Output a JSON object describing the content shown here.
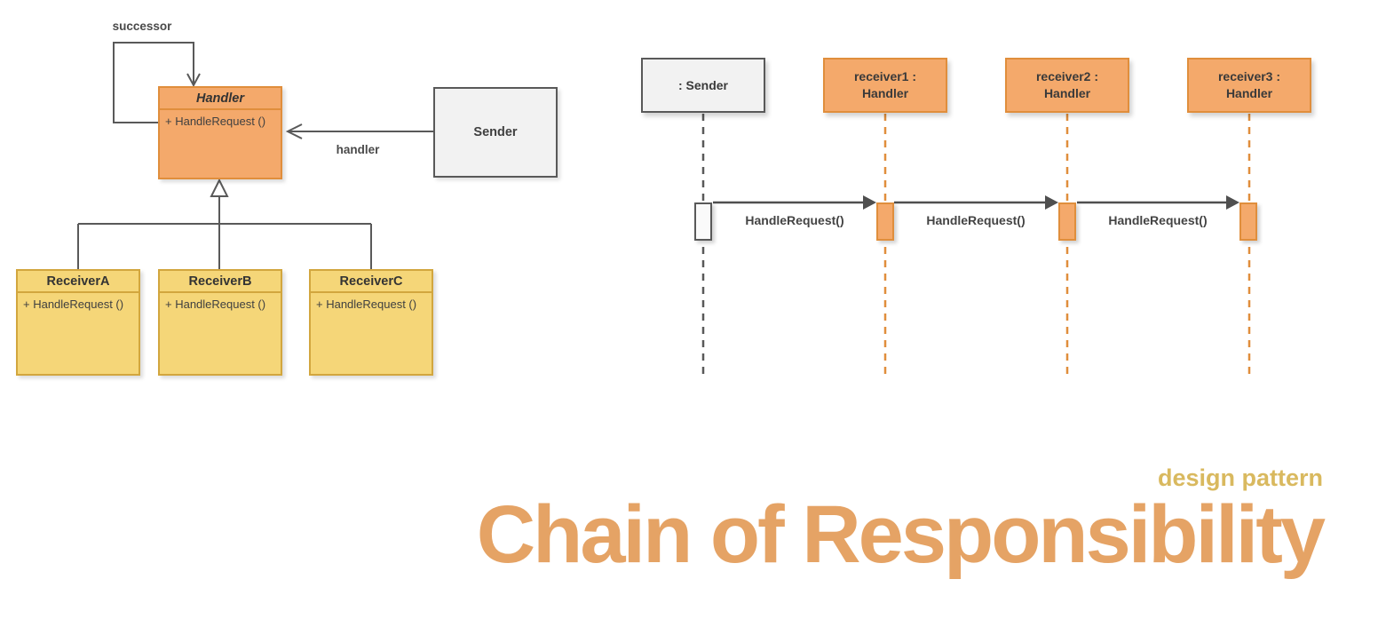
{
  "colors": {
    "orange_fill": "#F4A96B",
    "orange_border": "#E08E3C",
    "yellow_fill": "#F5D678",
    "yellow_border": "#D2A63E",
    "gray_fill": "#F2F2F2",
    "gray_border": "#595959",
    "line": "#595959",
    "text": "#3F3F3F",
    "title_orange": "#E5A365",
    "subtitle_gold": "#D9B95F"
  },
  "class_diagram": {
    "handler": {
      "name": "Handler",
      "method": "+ HandleRequest ()"
    },
    "sender": {
      "name": "Sender"
    },
    "receivers": [
      {
        "name": "ReceiverA",
        "method": "+ HandleRequest ()"
      },
      {
        "name": "ReceiverB",
        "method": "+ HandleRequest ()"
      },
      {
        "name": "ReceiverC",
        "method": "+ HandleRequest ()"
      }
    ],
    "labels": {
      "successor": "successor",
      "handler_assoc": "handler"
    }
  },
  "sequence_diagram": {
    "lifelines": [
      {
        "line1": ": Sender",
        "line2": ""
      },
      {
        "line1": "receiver1 :",
        "line2": "Handler"
      },
      {
        "line1": "receiver2 :",
        "line2": "Handler"
      },
      {
        "line1": "receiver3 :",
        "line2": "Handler"
      }
    ],
    "messages": [
      {
        "label": "HandleRequest()"
      },
      {
        "label": "HandleRequest()"
      },
      {
        "label": "HandleRequest()"
      }
    ]
  },
  "title_block": {
    "subtitle": "design pattern",
    "title": "Chain of Responsibility"
  }
}
